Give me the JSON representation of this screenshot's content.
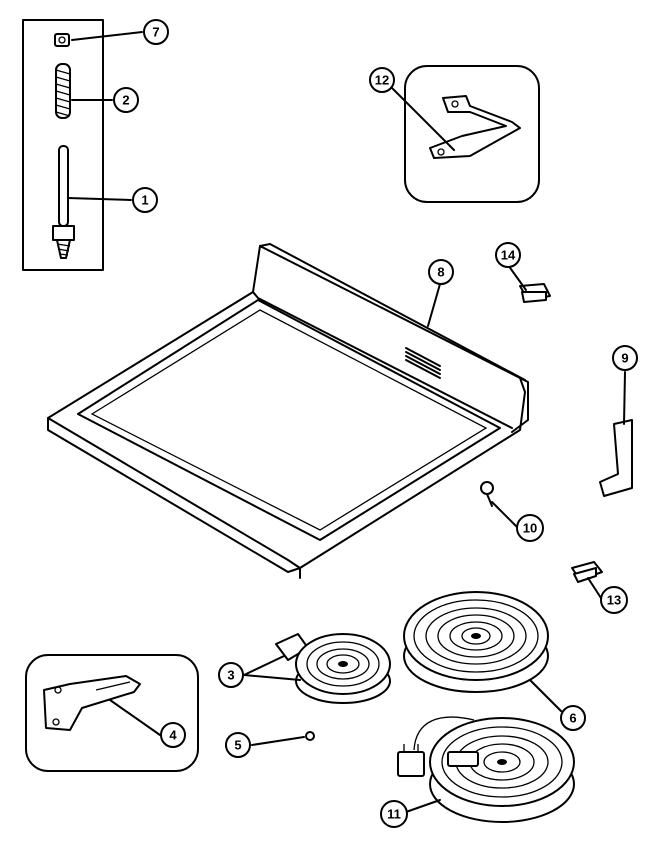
{
  "callouts": [
    {
      "id": "c7",
      "label": "7"
    },
    {
      "id": "c2",
      "label": "2"
    },
    {
      "id": "c1",
      "label": "1"
    },
    {
      "id": "c12",
      "label": "12"
    },
    {
      "id": "c14",
      "label": "14"
    },
    {
      "id": "c8",
      "label": "8"
    },
    {
      "id": "c9",
      "label": "9"
    },
    {
      "id": "c10",
      "label": "10"
    },
    {
      "id": "c13",
      "label": "13"
    },
    {
      "id": "c3",
      "label": "3"
    },
    {
      "id": "c4",
      "label": "4"
    },
    {
      "id": "c5",
      "label": "5"
    },
    {
      "id": "c6",
      "label": "6"
    },
    {
      "id": "c11",
      "label": "11"
    }
  ]
}
